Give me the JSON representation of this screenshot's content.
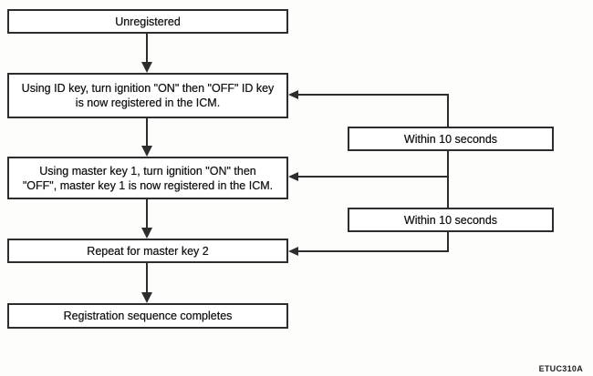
{
  "flowchart": {
    "nodes": {
      "unregistered": {
        "label": "Unregistered"
      },
      "id_key": {
        "line1": "Using ID key, turn ignition \"ON\" then \"OFF\" ID key",
        "line2": "is now registered in the ICM."
      },
      "master_key_1": {
        "line1": "Using master key 1, turn ignition \"ON\" then",
        "line2": "\"OFF\", master key 1 is now registered in the ICM."
      },
      "master_key_2": {
        "label": "Repeat for master key 2"
      },
      "complete": {
        "label": "Registration sequence completes"
      }
    },
    "timers": {
      "timer1": {
        "label": "Within 10 seconds"
      },
      "timer2": {
        "label": "Within 10 seconds"
      }
    },
    "figure_code": "ETUC310A",
    "colors": {
      "line": "#2d2d2d",
      "text": "#141414",
      "background": "#fdfdfc"
    }
  }
}
